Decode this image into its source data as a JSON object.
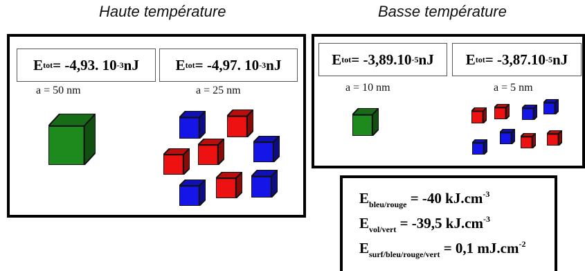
{
  "headings": {
    "high": "Haute température",
    "low": "Basse température"
  },
  "high": {
    "box1": {
      "sym": "E",
      "sub": "tot",
      "value": " = -4,93. 10",
      "exp": "-3",
      "unit": " nJ",
      "size": "a = 50 nm"
    },
    "box2": {
      "sym": "E",
      "sub": "tot",
      "value": " = -4,97. 10",
      "exp": "-3",
      "unit": " nJ",
      "size": "a = 25 nm"
    }
  },
  "low": {
    "box1": {
      "sym": "E",
      "sub": "tot",
      "value": " = -3,89.10",
      "exp": "-5",
      "unit": " nJ",
      "size": "a = 10 nm"
    },
    "box2": {
      "sym": "E",
      "sub": "tot",
      "value": " = -3,87.10",
      "exp": "-5",
      "unit": " nJ",
      "size": "a = 5 nm"
    }
  },
  "energies": [
    {
      "sym": "E",
      "sub": "bleu/rouge",
      "value": " = -40 kJ.cm",
      "exp": "-3"
    },
    {
      "sym": "E",
      "sub": "vol/vert",
      "value": " = -39,5 kJ.cm",
      "exp": "-3"
    },
    {
      "sym": "E",
      "sub": "surf/bleu/rouge/vert",
      "value": " = 0,1 mJ.cm",
      "exp": "-2"
    }
  ],
  "colors": {
    "green": "#1e8a1e",
    "red": "#ee1111",
    "blue": "#1515e8"
  }
}
